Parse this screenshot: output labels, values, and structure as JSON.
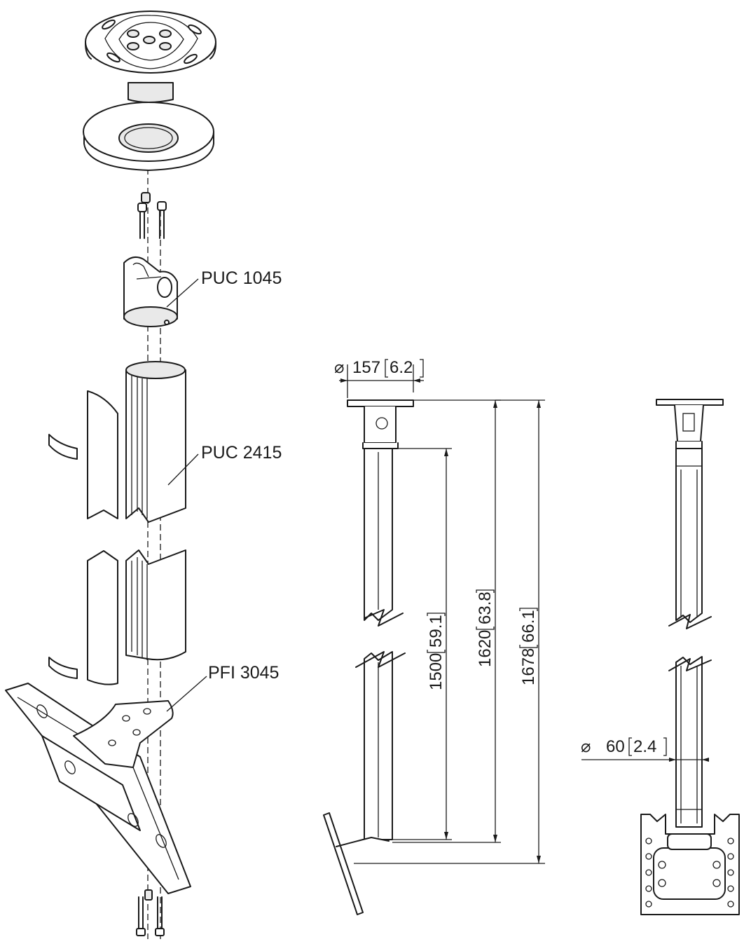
{
  "labels": {
    "adapter": "PUC 1045",
    "tube": "PUC 2415",
    "interface": "PFI 3045"
  },
  "dimensions": {
    "ceiling_plate_diameter": {
      "symbol": "⌀",
      "mm": "157",
      "in": "6.2"
    },
    "tube_diameter": {
      "symbol": "⌀",
      "mm": "60",
      "in": "2.4"
    },
    "tube_length": {
      "mm": "1500",
      "in": "59.1"
    },
    "mount_length": {
      "mm": "1620",
      "in": "63.8"
    },
    "total_length": {
      "mm": "1678",
      "in": "66.1"
    }
  }
}
